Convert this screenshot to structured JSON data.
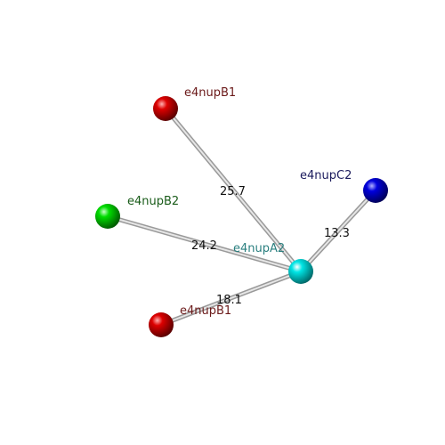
{
  "nodes": [
    {
      "id": "a2",
      "label": "e4nupA2",
      "color": "#00e5e5",
      "label_color": "#2a7f7f"
    },
    {
      "id": "b1t",
      "label": "e4nupB1",
      "color": "#dd0000",
      "label_color": "#6b1a1a"
    },
    {
      "id": "c2",
      "label": "e4nupC2",
      "color": "#0000dd",
      "label_color": "#1a1a5c"
    },
    {
      "id": "b2",
      "label": "e4nupB2",
      "color": "#00dd00",
      "label_color": "#1a5c1a"
    },
    {
      "id": "b1b",
      "label": "e4nupB1",
      "color": "#dd0000",
      "label_color": "#6b1a1a"
    }
  ],
  "edges": [
    {
      "from": "a2",
      "to": "b1t",
      "label": "25.7"
    },
    {
      "from": "a2",
      "to": "c2",
      "label": "13.3"
    },
    {
      "from": "a2",
      "to": "b2",
      "label": "24.2"
    },
    {
      "from": "a2",
      "to": "b1b",
      "label": "18.1"
    }
  ]
}
